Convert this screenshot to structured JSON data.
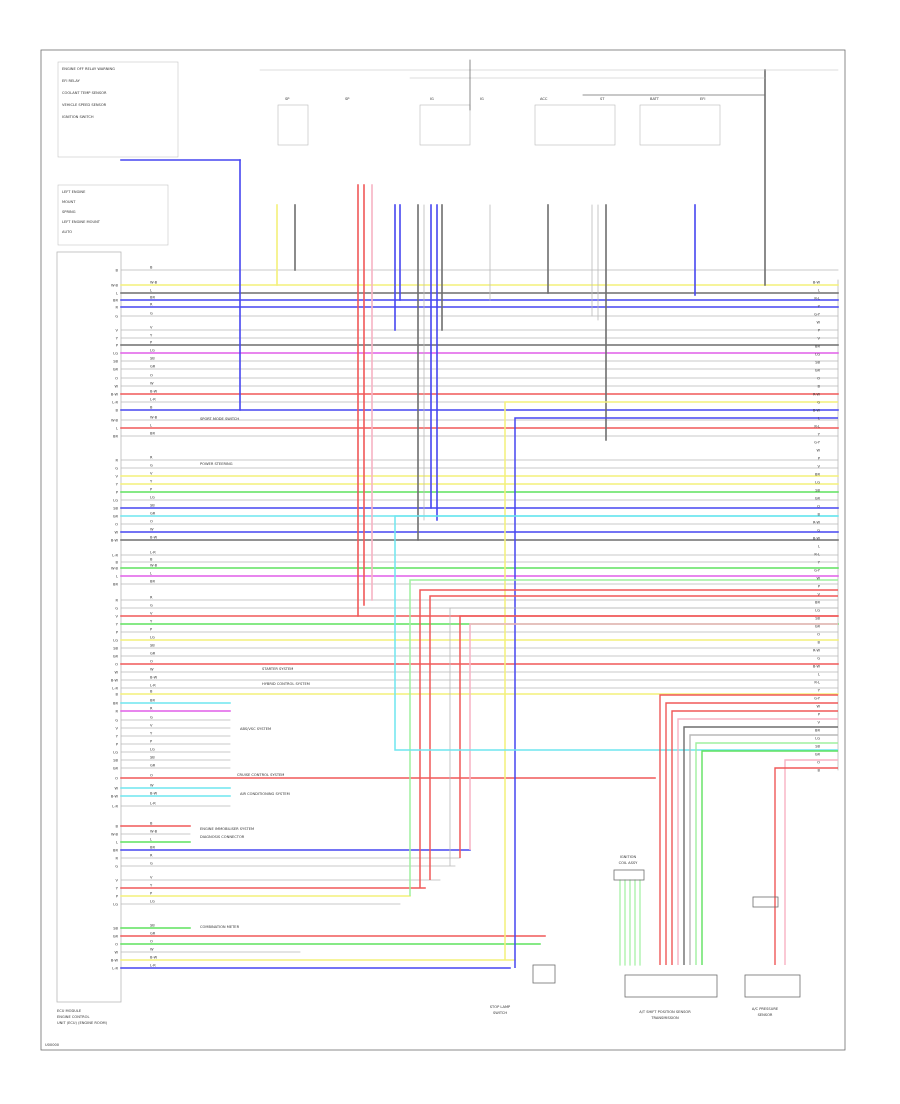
{
  "diagram": {
    "footer_code": "U00000",
    "ecm_caption": [
      "ECU MODULE",
      "ENGINE CONTROL",
      "UNIT (ECU) (ENGINE ROOM)"
    ],
    "top_left_labels": [
      "ENGINE OFF RELAY WARNING",
      "EFI RELAY",
      "COOLANT TEMP SENSOR",
      "VEHICLE SPEED SENSOR",
      "IGNITION SWITCH"
    ],
    "mid_left_labels": [
      "LEFT ENGINE",
      "MOUNT",
      "SPRING",
      "LEFT ENGINE MOUNT",
      "AUTO"
    ],
    "top_labels": [
      "SP",
      "SP",
      "IG",
      "IG",
      "ACC",
      "ST",
      "BATT",
      "EFI"
    ],
    "bottom_labels": [
      {
        "text": "A/T SHIFT POSITION SENSOR",
        "sub": "TRANSMISSION"
      },
      {
        "text": "IGNITION",
        "sub": "COIL ASSY"
      },
      {
        "text": "STOP LAMP",
        "sub": "SWITCH"
      },
      {
        "text": "A/C PRESSURE",
        "sub": "SENSOR"
      }
    ],
    "mid_annotations": [
      "CRUISE CONTROL SYSTEM",
      "SPORT MODE SWITCH",
      "POWER STEERING",
      "ENGINE IMMOBILISER SYSTEM",
      "DIAGNOSIS CONNECTOR",
      "COMBINATION METER",
      "ABS/VSC SYSTEM",
      "AIR CONDITIONING SYSTEM",
      "STARTER SYSTEM",
      "HYBRID CONTROL SYSTEM"
    ],
    "wire_codes_left": [
      "B",
      "W-B",
      "L",
      "BR",
      "R",
      "G",
      "V",
      "Y",
      "P",
      "LG",
      "SB",
      "GR",
      "O",
      "W",
      "B-W",
      "L-R"
    ],
    "wire_codes_right": [
      "B-W",
      "L",
      "R-L",
      "Y",
      "G-Y",
      "W",
      "P",
      "V",
      "BR",
      "LG",
      "SB",
      "GR",
      "O",
      "B",
      "R-W",
      "G"
    ]
  }
}
